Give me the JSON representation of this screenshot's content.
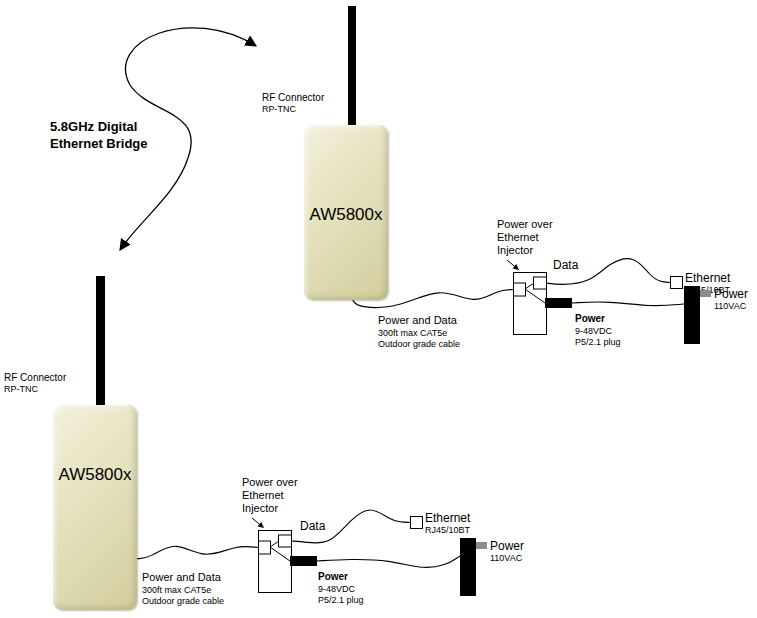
{
  "diagram": {
    "nodes": [
      {
        "text": [
          "AW5800x"
        ]
      },
      {
        "text": [
          "Power over Ethernet Injector"
        ]
      },
      {
        "text": [
          "Ethernet",
          "RJ45/10BT"
        ]
      },
      {
        "text": [
          "Power",
          "110VAC"
        ]
      },
      {
        "text": [
          "AW5800x"
        ]
      },
      {
        "text": [
          "Power over Ethernet Injector"
        ]
      },
      {
        "text": [
          "Ethernet",
          "RJ45/10BT"
        ]
      },
      {
        "text": [
          "Power",
          "110VAC"
        ]
      }
    ],
    "edges": [
      {
        "from": 0,
        "to": 1,
        "arrow": "none"
      },
      {
        "from": 1,
        "to": 2,
        "arrow": "none"
      },
      {
        "from": 1,
        "to": 3,
        "arrow": "none"
      },
      {
        "from": 4,
        "to": 5,
        "arrow": "none"
      },
      {
        "from": 5,
        "to": 6,
        "arrow": "none"
      },
      {
        "from": 5,
        "to": 7,
        "arrow": "none"
      }
    ],
    "labels": [
      "5.8GHz Digital Ethernet Bridge",
      "RF Connector",
      "RP-TNC",
      "Power and Data",
      "300ft max CAT5e",
      "Outdoor grade cable",
      "Data",
      "Power",
      "9-48VDC",
      "P5/2.1 plug",
      "RF Connector",
      "RP-TNC",
      "Power and Data",
      "300ft max CAT5e",
      "Outdoor grade cable",
      "Data",
      "Power",
      "9-48VDC",
      "P5/2.1 plug"
    ]
  }
}
